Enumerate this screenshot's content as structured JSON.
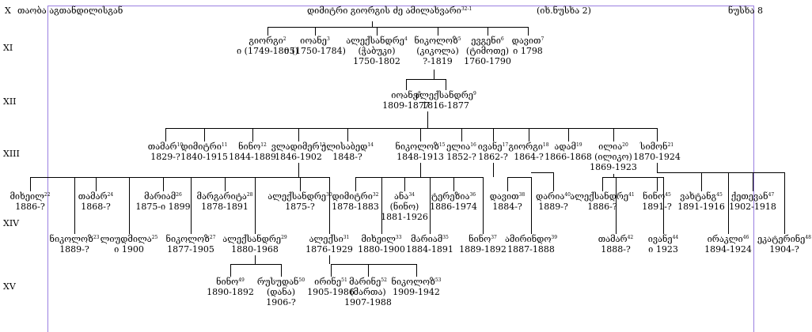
{
  "header": {
    "gen_label": "X",
    "left": "თაობა  აგთანდილისგან",
    "center": "დიმიტრი გიორგის ძე ამილახვარი",
    "center_sup": "32-1",
    "ref": "(იხ.ნუსხა 2)",
    "right": "ნუსხა 8"
  },
  "generations": [
    "XI",
    "XII",
    "XIII",
    "XIV",
    "XV"
  ],
  "nodes": [
    {
      "id": "n1",
      "l1": "გიორგი",
      "sup": "2",
      "l2": "ი (1749-1805)"
    },
    {
      "id": "n2",
      "l1": "იოანე",
      "sup": "3",
      "l2": "ი (1750-1784)"
    },
    {
      "id": "n3",
      "l1": "ალექსანდრე",
      "sup": "4",
      "l2": "(ჭაბუკი)",
      "l3": "1750-1802"
    },
    {
      "id": "n4",
      "l1": "ნიკოლოზ",
      "sup": "5",
      "l2": "(კიკოლა)",
      "l3": "?-1819"
    },
    {
      "id": "n5",
      "l1": "ევგენი",
      "sup": "6",
      "l2": "(ტიმოთე)",
      "l3": "1760-1790"
    },
    {
      "id": "n6",
      "l1": "დავით",
      "sup": "7",
      "l2": "ი 1798"
    },
    {
      "id": "n7",
      "l1": "იოანე",
      "sup": "8",
      "l2": "1809-1877"
    },
    {
      "id": "n8",
      "l1": "ალექსანდრე",
      "sup": "9",
      "l2": "1816-1877"
    },
    {
      "id": "n9",
      "l1": "თამარ",
      "sup": "10",
      "l2": "1829-?"
    },
    {
      "id": "n10",
      "l1": "დიმიტრი",
      "sup": "11",
      "l2": "1840-1915"
    },
    {
      "id": "n11",
      "l1": "ნინო",
      "sup": "12",
      "l2": "1844-1889"
    },
    {
      "id": "n12",
      "l1": "ვლადიმერ",
      "sup": "13",
      "l2": "1846-1902"
    },
    {
      "id": "n13",
      "l1": "ელისაბედ",
      "sup": "14",
      "l2": "1848-?"
    },
    {
      "id": "n14",
      "l1": "ნიკოლოზ",
      "sup": "15",
      "l2": "1848-1913"
    },
    {
      "id": "n15",
      "l1": "ელია",
      "sup": "16",
      "l2": "1852-?"
    },
    {
      "id": "n16",
      "l1": "ივანე",
      "sup": "17",
      "l2": "1862-?"
    },
    {
      "id": "n17",
      "l1": "გიორგი",
      "sup": "18",
      "l2": "1864-?"
    },
    {
      "id": "n18",
      "l1": "ადამ",
      "sup": "19",
      "l2": "1866-1868"
    },
    {
      "id": "n19",
      "l1": "ილია",
      "sup": "20",
      "l2": "(ილიკო)",
      "l3": "1869-1923"
    },
    {
      "id": "n20",
      "l1": "სიმონ",
      "sup": "21",
      "l2": "1870-1924"
    },
    {
      "id": "n21",
      "l1": "მიხეილ",
      "sup": "22",
      "l2": "1886-?"
    },
    {
      "id": "n22",
      "l1": "თამარ",
      "sup": "24",
      "l2": "1868-?"
    },
    {
      "id": "n23",
      "l1": "მარიამ",
      "sup": "26",
      "l2": "1875-ი 1899"
    },
    {
      "id": "n24",
      "l1": "მარგარიტა",
      "sup": "28",
      "l2": "1878-1891"
    },
    {
      "id": "n25",
      "l1": "ალექსანდრე",
      "sup": "30",
      "l2": "1875-?"
    },
    {
      "id": "n26",
      "l1": "დიმიტრი",
      "sup": "32",
      "l2": "1878-1883"
    },
    {
      "id": "n27",
      "l1": "ანა",
      "sup": "34",
      "l2": "(ნინო)",
      "l3": "1881-1926"
    },
    {
      "id": "n28",
      "l1": "ტერეზია",
      "sup": "36",
      "l2": "1886-1974"
    },
    {
      "id": "n29",
      "l1": "დავით",
      "sup": "38",
      "l2": "1884-?"
    },
    {
      "id": "n30",
      "l1": "დარია",
      "sup": "40",
      "l2": "1889-?"
    },
    {
      "id": "n31",
      "l1": "ალექსანდრე",
      "sup": "41",
      "l2": "1886-?"
    },
    {
      "id": "n32",
      "l1": "ნინო",
      "sup": "45",
      "l2": "1891-?"
    },
    {
      "id": "n33",
      "l1": "ვახტანგ",
      "sup": "45",
      "l2": "1891-1916"
    },
    {
      "id": "n34",
      "l1": "ქეთევან",
      "sup": "47",
      "l2": "1902-1918"
    },
    {
      "id": "n35",
      "l1": "ნიკოლოზ",
      "sup": "23",
      "l2": "1889-?"
    },
    {
      "id": "n36",
      "l1": "ლიუდმილა",
      "sup": "25",
      "l2": "ი 1900"
    },
    {
      "id": "n37",
      "l1": "ნიკოლოზ",
      "sup": "27",
      "l2": "1877-1905"
    },
    {
      "id": "n38",
      "l1": "ალექსანდრე",
      "sup": "29",
      "l2": "1880-1968"
    },
    {
      "id": "n39",
      "l1": "ალექსი",
      "sup": "31",
      "l2": "1876-1929"
    },
    {
      "id": "n40",
      "l1": "მიხეილ",
      "sup": "33",
      "l2": "1880-1900"
    },
    {
      "id": "n41",
      "l1": "მარიამ",
      "sup": "35",
      "l2": "1884-1891"
    },
    {
      "id": "n42",
      "l1": "ნინო",
      "sup": "37",
      "l2": "1889-1892"
    },
    {
      "id": "n43",
      "l1": "ამირინდო",
      "sup": "39",
      "l2": "1887-1888"
    },
    {
      "id": "n44",
      "l1": "თამარ",
      "sup": "42",
      "l2": "1888-?"
    },
    {
      "id": "n45",
      "l1": "ივანე",
      "sup": "44",
      "l2": "ი 1923"
    },
    {
      "id": "n46",
      "l1": "ირაკლი",
      "sup": "46",
      "l2": "1894-1924"
    },
    {
      "id": "n47",
      "l1": "ეკატერინე",
      "sup": "48",
      "l2": "1904-?"
    },
    {
      "id": "n48",
      "l1": "ნინო",
      "sup": "49",
      "l2": "1890-1892"
    },
    {
      "id": "n49",
      "l1": "რუსუდან",
      "sup": "50",
      "l2": "(დანა)",
      "l3": "1906-?"
    },
    {
      "id": "n50",
      "l1": "ირინე",
      "sup": "51",
      "l2": "1905-1986"
    },
    {
      "id": "n51",
      "l1": "მარინე",
      "sup": "52",
      "l2": "(მართა)",
      "l3": "1907-1988"
    },
    {
      "id": "n52",
      "l1": "ნიკოლოზ",
      "sup": "53",
      "l2": "1909-1942"
    }
  ]
}
